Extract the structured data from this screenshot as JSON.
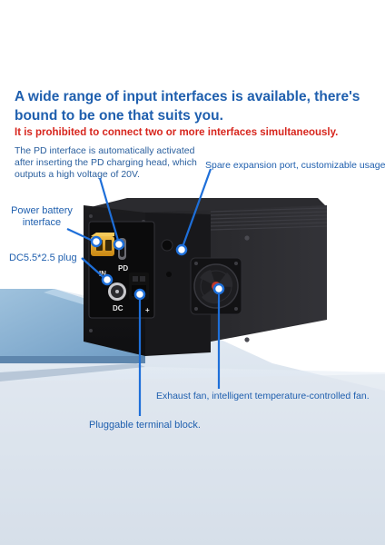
{
  "headline": "A wide range of input interfaces is available, there's bound to be one that suits you.",
  "warning": "It is prohibited to connect two or more interfaces simultaneously.",
  "callouts": {
    "pd": "The PD interface is automatically activated after inserting the PD charging head, which outputs a high voltage of 20V.",
    "spare": "Spare expansion port, customizable usage.",
    "power": "Power battery interface",
    "dc": "DC5.5*2.5 plug",
    "fan": "Exhaust fan, intelligent temperature-controlled fan.",
    "terminal": "Pluggable terminal block."
  },
  "panel_labels": {
    "in": "IN",
    "pd": "PD",
    "dc": "DC",
    "plus": "+"
  },
  "colors": {
    "headline": "#1f5fae",
    "warning": "#d7261e",
    "callout_line": "#1e6fd9",
    "device_body": "#1b1b1d",
    "xt60_connector": "#e5a51e",
    "terminal_block": "#111111"
  },
  "icons": [
    "marker-ring-icon",
    "fan-icon",
    "usb-c-port-icon",
    "dc-jack-icon",
    "xt60-connector-icon",
    "terminal-block-icon"
  ]
}
